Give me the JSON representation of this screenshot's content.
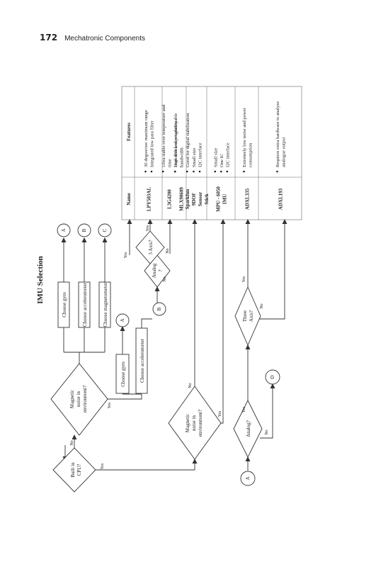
{
  "header": {
    "page_number": "172",
    "running_title": "Mechatronic Components"
  },
  "figure": {
    "title": "IMU Selection",
    "nodes": {
      "start": "Built in CPU?",
      "mag_noise_1": "Magnetic noise in environment?",
      "mag_noise_2": "Magnetic noise in environment?",
      "analog_1": "Analog ?",
      "three_axis_1": "3 Axis?",
      "analog_2": "Analog?",
      "three_axis_2": "Three Axis?"
    },
    "actions": {
      "gyro_1": "Choose gyro",
      "accel_1": "Choose accelerometer",
      "magneto": "Choose magnetometer",
      "gyro_2": "Choose gyro",
      "accel_2": "Choose accelerometer"
    },
    "connectors": {
      "a": "A",
      "b": "B",
      "c": "C",
      "d": "D"
    },
    "edge_labels": {
      "yes": "Yes",
      "no": "No"
    }
  },
  "table": {
    "headers": {
      "name": "Name",
      "features": "Features"
    },
    "rows": [
      {
        "name": "LPY503AL",
        "features": [
          "30 degree/sec maximum range",
          "Integrated low pass filter"
        ]
      },
      {
        "name": "L3G4200",
        "features": [
          "Ultra stable over temperature and time",
          "High shock survivability"
        ]
      },
      {
        "name": "MLX90609",
        "features": [
          "Low drift and programmable bandwidth",
          "Good for digital stabilization"
        ]
      },
      {
        "name": "Sparkfun 9DOF Sensor Stick",
        "features": [
          "Small size",
          "I2C interface"
        ]
      },
      {
        "name": "MPU - 6050 IMU",
        "features": [
          "Small size",
          "One IC",
          "I2C interface"
        ]
      },
      {
        "name": "ADXL335",
        "features": [
          "Extremely low noise and power consumption"
        ]
      },
      {
        "name": "ADXL193",
        "features": [
          "Requires extra hardware to analyze analogue output"
        ]
      }
    ]
  }
}
